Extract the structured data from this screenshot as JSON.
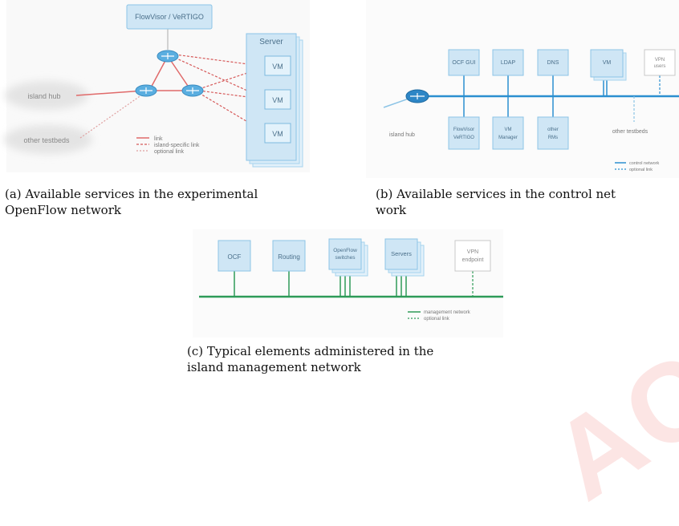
{
  "figure_a": {
    "flowvisor_label": "FlowVisor / VeRTIGO",
    "server_label": "Server",
    "vm_labels": [
      "VM",
      "VM",
      "VM"
    ],
    "island_hub_label": "island hub",
    "other_testbeds_label": "other testbeds",
    "legend": [
      "link",
      "island-specific link",
      "optional link"
    ],
    "caption_line1": "(a) Available services in the experimental",
    "caption_line2": "OpenFlow network"
  },
  "figure_b": {
    "top_services": [
      "OCF GUI",
      "LDAP",
      "DNS",
      "VM",
      "VPN users"
    ],
    "bottom_services": [
      "FlowVisor VeRTIGO",
      "VM Manager",
      "other RMs"
    ],
    "island_hub_label": "island hub",
    "other_testbeds_label": "other testbeds",
    "legend": [
      "control network",
      "optional link"
    ],
    "caption_line1": "(b) Available services in the control net",
    "caption_line2": "work"
  },
  "figure_c": {
    "elements": [
      "OCF",
      "Routing",
      "OpenFlow switches",
      "Servers",
      "VPN endpoint"
    ],
    "legend": [
      "management network",
      "optional link"
    ],
    "caption_line1": "(c) Typical elements administered in the",
    "caption_line2": "island management network"
  },
  "watermark_text": "ACCEPTED",
  "colors": {
    "box_fill": "#cfe6f5",
    "box_stroke": "#8cc4e6",
    "link_red": "#e06a6a",
    "control_blue": "#2b8fd0",
    "management_green": "#2e9b58"
  }
}
